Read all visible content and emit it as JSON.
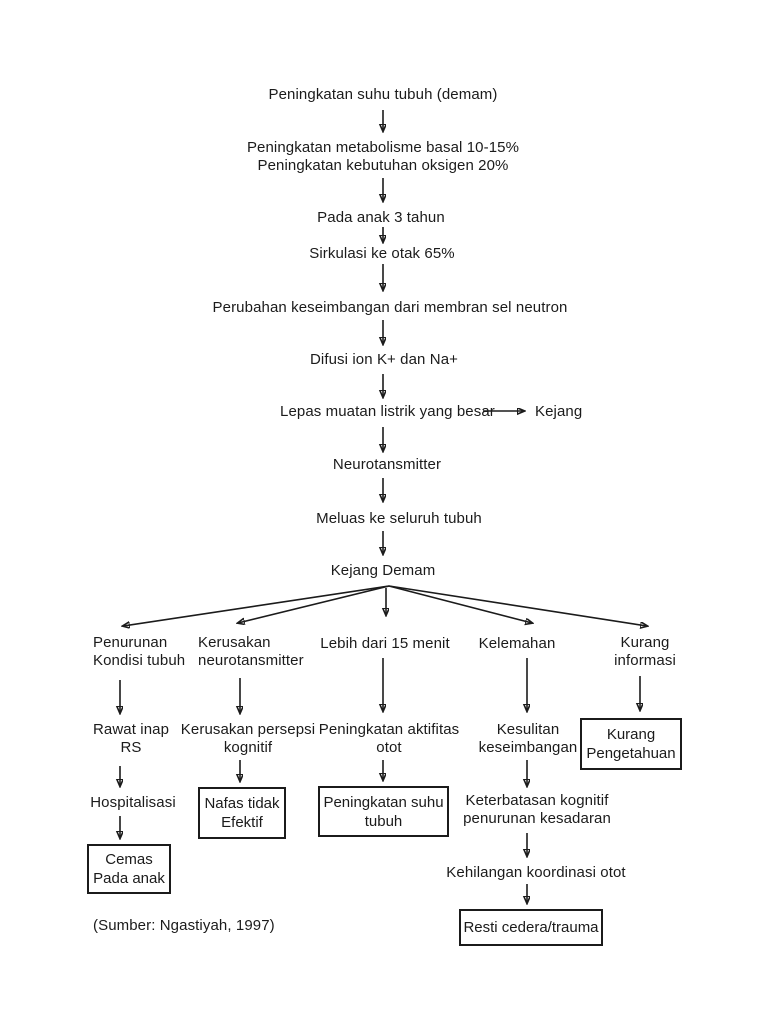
{
  "colors": {
    "ink": "#1b1b1b",
    "paper": "#ffffff"
  },
  "nodes": {
    "demam": [
      "Peningkatan suhu tubuh (demam)"
    ],
    "metabolisme": [
      "Peningkatan metabolisme basal 10-15%",
      "Peningkatan kebutuhan oksigen 20%"
    ],
    "pada_anak": [
      "Pada anak 3 tahun"
    ],
    "sirkulasi": [
      "Sirkulasi ke otak 65%"
    ],
    "perubahan": [
      "Perubahan keseimbangan dari membran sel neutron"
    ],
    "difusi": [
      "Difusi ion K+ dan Na+"
    ],
    "lepas": [
      "Lepas muatan listrik yang besar"
    ],
    "kejang": [
      "Kejang"
    ],
    "neurotansmitter": [
      "Neurotansmitter"
    ],
    "meluas": [
      "Meluas ke seluruh tubuh"
    ],
    "kejang_demam": [
      "Kejang Demam"
    ],
    "b1_header": [
      "Penurunan",
      "Kondisi tubuh"
    ],
    "b1_rawat": [
      "Rawat inap",
      "RS"
    ],
    "b1_hospitalisasi": [
      "Hospitalisasi"
    ],
    "b1_box": [
      "Cemas",
      "Pada anak"
    ],
    "b2_header": [
      "Kerusakan",
      "neurotansmitter"
    ],
    "b2_persepsi": [
      "Kerusakan persepsi",
      "kognitif"
    ],
    "b2_box": [
      "Nafas tidak",
      "Efektif"
    ],
    "b3_header": [
      "Lebih dari 15 menit"
    ],
    "b3_aktifitas": [
      "Peningkatan aktifitas",
      "otot"
    ],
    "b3_box": [
      "Peningkatan suhu",
      "tubuh"
    ],
    "b4_header": [
      "Kelemahan"
    ],
    "b4_kesulitan": [
      "Kesulitan",
      "keseimbangan"
    ],
    "b4_keterbatasan": [
      "Keterbatasan kognitif",
      "penurunan kesadaran"
    ],
    "b4_kehilangan": [
      "Kehilangan koordinasi otot"
    ],
    "b4_box": [
      "Resti cedera/trauma"
    ],
    "b5_header": [
      "Kurang",
      "informasi"
    ],
    "b5_box": [
      "Kurang",
      "Pengetahuan"
    ]
  },
  "edges": [
    {
      "from": "demam",
      "to": "metabolisme"
    },
    {
      "from": "metabolisme",
      "to": "pada_anak"
    },
    {
      "from": "pada_anak",
      "to": "sirkulasi"
    },
    {
      "from": "sirkulasi",
      "to": "perubahan"
    },
    {
      "from": "perubahan",
      "to": "difusi"
    },
    {
      "from": "difusi",
      "to": "lepas"
    },
    {
      "from": "lepas",
      "to": "kejang"
    },
    {
      "from": "lepas",
      "to": "neurotansmitter"
    },
    {
      "from": "neurotansmitter",
      "to": "meluas"
    },
    {
      "from": "meluas",
      "to": "kejang_demam"
    },
    {
      "from": "kejang_demam",
      "to": "b1_header"
    },
    {
      "from": "kejang_demam",
      "to": "b2_header"
    },
    {
      "from": "kejang_demam",
      "to": "b3_header"
    },
    {
      "from": "kejang_demam",
      "to": "b4_header"
    },
    {
      "from": "kejang_demam",
      "to": "b5_header"
    },
    {
      "from": "b1_header",
      "to": "b1_rawat"
    },
    {
      "from": "b1_rawat",
      "to": "b1_hospitalisasi"
    },
    {
      "from": "b1_hospitalisasi",
      "to": "b1_box"
    },
    {
      "from": "b2_header",
      "to": "b2_persepsi"
    },
    {
      "from": "b2_persepsi",
      "to": "b2_box"
    },
    {
      "from": "b3_header",
      "to": "b3_aktifitas"
    },
    {
      "from": "b3_aktifitas",
      "to": "b3_box"
    },
    {
      "from": "b4_header",
      "to": "b4_kesulitan"
    },
    {
      "from": "b4_kesulitan",
      "to": "b4_keterbatasan"
    },
    {
      "from": "b4_keterbatasan",
      "to": "b4_kehilangan"
    },
    {
      "from": "b4_kehilangan",
      "to": "b4_box"
    },
    {
      "from": "b5_header",
      "to": "b5_box"
    }
  ],
  "footer": {
    "source": "(Sumber: Ngastiyah, 1997)"
  }
}
